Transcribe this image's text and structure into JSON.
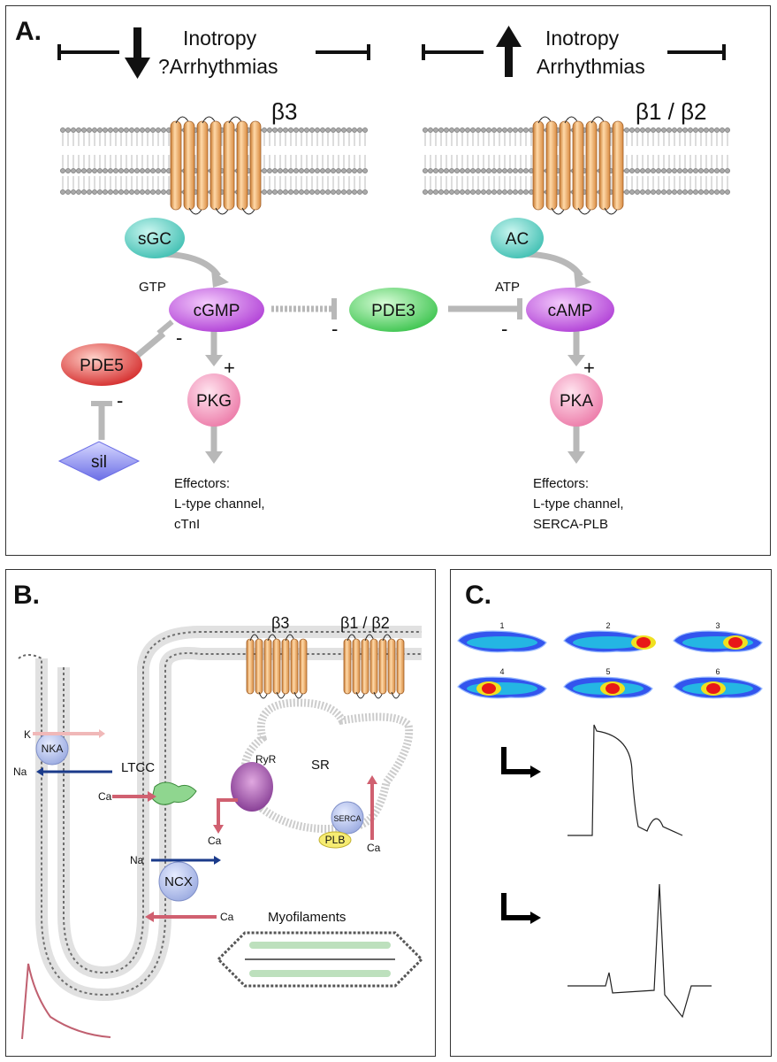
{
  "panel_a": {
    "label": "A.",
    "left": {
      "effect_line1": "Inotropy",
      "effect_line2": "?Arrhythmias",
      "receptor": "β3",
      "enzyme": "sGC",
      "substrate": "GTP",
      "messenger": "cGMP",
      "kinase": "PKG",
      "effectors_title": "Effectors:",
      "effectors_1": "L-type channel,",
      "effectors_2": "cTnI"
    },
    "right": {
      "effect_line1": "Inotropy",
      "effect_line2": "Arrhythmias",
      "receptor": "β1 / β2",
      "enzyme": "AC",
      "substrate": "ATP",
      "messenger": "cAMP",
      "kinase": "PKA",
      "effectors_title": "Effectors:",
      "effectors_1": "L-type channel,",
      "effectors_2": "SERCA-PLB"
    },
    "pde3": "PDE3",
    "pde5": "PDE5",
    "sil": "sil",
    "plus": "+",
    "minus": "-"
  },
  "panel_b": {
    "label": "B.",
    "receptor_1": "β3",
    "receptor_2": "β1 / β2",
    "k": "K",
    "na": "Na",
    "ca": "Ca",
    "nka": "NKA",
    "ltcc": "LTCC",
    "ryr": "RyR",
    "sr": "SR",
    "serca": "SERCA",
    "plb": "PLB",
    "ncx": "NCX",
    "myofilaments": "Myofilaments"
  },
  "panel_c": {
    "label": "C.",
    "cells": [
      "1",
      "2",
      "3",
      "4",
      "5",
      "6"
    ]
  },
  "colors": {
    "receptor": "#f0a860",
    "sgc": "#6fd6cc",
    "cgmp": "#cc55e6",
    "pde3": "#5ed66a",
    "pde5": "#e53b3b",
    "pk": "#f590b8",
    "sil": "#8a8cee",
    "arrow": "#b8b8b8",
    "na_arrow": "#1a3a8a",
    "ca_arrow": "#d06070"
  }
}
